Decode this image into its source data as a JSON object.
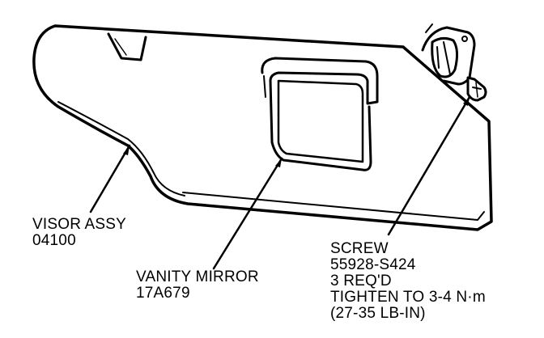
{
  "callouts": {
    "visor": {
      "name": "VISOR ASSY",
      "part_number": "04100"
    },
    "mirror": {
      "name": "VANITY MIRROR",
      "part_number": "17A679"
    },
    "screw": {
      "name": "SCREW",
      "part_number": "55928-S424",
      "quantity": "3 REQ'D",
      "torque": "TIGHTEN TO 3-4 N·m",
      "torque_imperial": "(27-35 LB-IN)"
    }
  }
}
